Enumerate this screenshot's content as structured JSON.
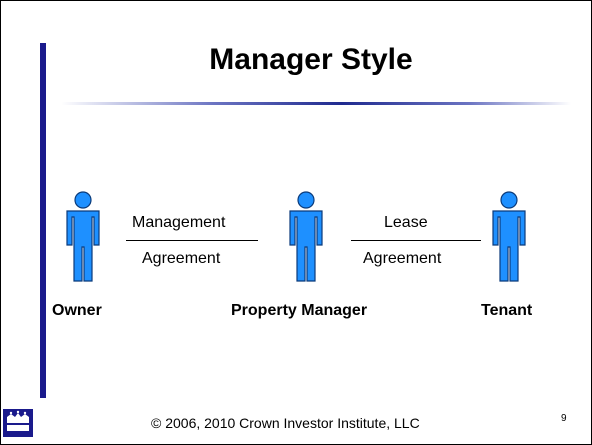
{
  "slide": {
    "title": "Manager Style",
    "parties": {
      "owner": "Owner",
      "manager": "Property Manager",
      "tenant": "Tenant"
    },
    "connectors": {
      "left_top": "Management",
      "left_bottom": "Agreement",
      "right_top": "Lease",
      "right_bottom": "Agreement"
    },
    "footer": "© 2006, 2010 Crown Investor Institute, LLC",
    "page_number": "9"
  },
  "colors": {
    "accent_bar": "#1a1a8c",
    "person_fill": "#1e90ff",
    "person_stroke": "#0a3a7a"
  },
  "icons": {
    "person": "person-icon",
    "logo": "crown-logo-icon"
  }
}
